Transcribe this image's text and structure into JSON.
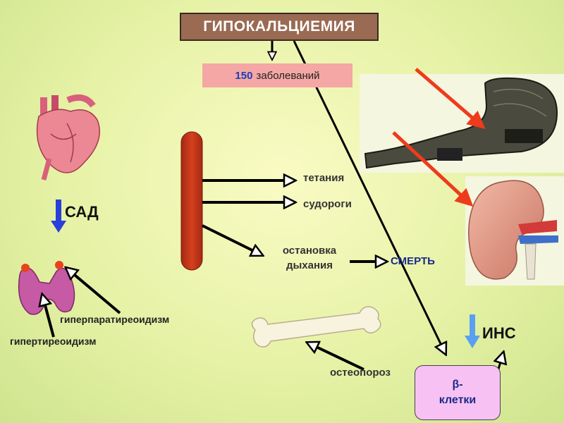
{
  "title": "ГИПОКАЛЬЦИЕМИЯ",
  "diseases": {
    "count": "150",
    "label": "заболеваний"
  },
  "effects": {
    "tetany": "тетания",
    "seizures": "судороги",
    "respiratory_arrest_line1": "остановка",
    "respiratory_arrest_line2": "дыхания",
    "death": "СМЕРТЬ"
  },
  "left": {
    "sad": "САД",
    "hyperparathyroidism": "гиперпаратиреоидизм",
    "hyperthyroidism": "гипертиреоидизм"
  },
  "bone": {
    "osteoporosis": "остеопороз"
  },
  "pancreas": {
    "beta_line1": "β-",
    "beta_line2": "клетки",
    "ins": "ИНС"
  },
  "colors": {
    "title_bg": "#9a6a53",
    "count_bg": "#f4a7a5",
    "count_number": "#1a3fb8",
    "beta_box_bg": "#f7c1f3",
    "red_arrow": "#ee3b1c",
    "blue_arrow": "#2a3fd8",
    "capsule": "#c2351b",
    "death_text": "#1a2a88"
  },
  "icons": [
    "heart-icon",
    "thyroid-icon",
    "stomach-icon",
    "kidney-icon",
    "bone-icon"
  ]
}
